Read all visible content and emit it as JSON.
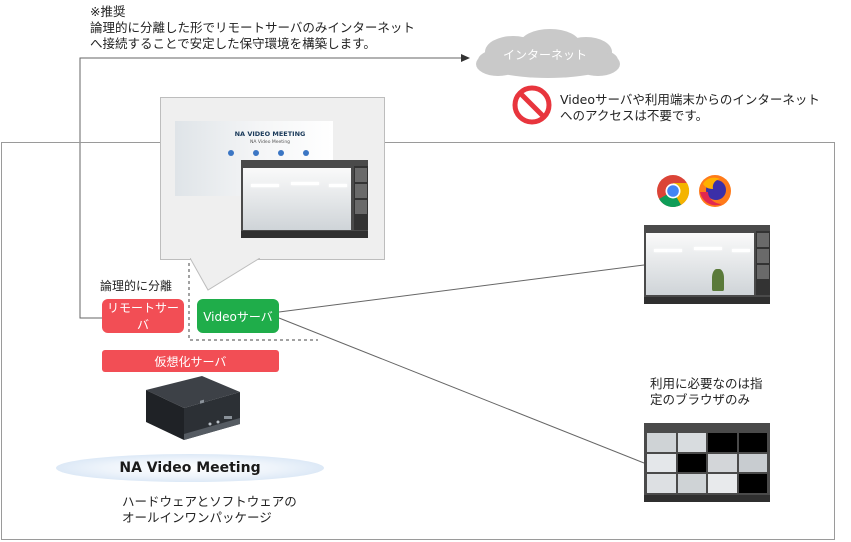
{
  "note": {
    "line1": "※推奨",
    "line2": "論理的に分離した形でリモートサーバのみインターネット",
    "line3": "へ接続することで安定した保守環境を構築します。"
  },
  "cloud": {
    "label": "インターネット",
    "color": "#c9c9c9"
  },
  "no_access": {
    "line1": "Videoサーバや利用端末からのインターネット",
    "line2": "へのアクセスは不要です。",
    "icon": "prohibited-icon",
    "color": "#e8353d"
  },
  "callout": {
    "title": "NA VIDEO MEETING",
    "subtitle": "NA Video Meeting"
  },
  "separation_label": "論理的に分離",
  "remote_server": {
    "label": "リモートサーバ",
    "color": "#f24e55"
  },
  "video_server": {
    "label": "Videoサーバ",
    "color": "#1fad4a"
  },
  "virtualized_server": {
    "label": "仮想化サーバ",
    "color": "#f24e55"
  },
  "product": {
    "name": "NA Video Meeting",
    "desc_line1": "ハードウェアとソフトウェアの",
    "desc_line2": "オールインワンパッケージ"
  },
  "browsers": {
    "icons": [
      "chrome-icon",
      "firefox-icon"
    ]
  },
  "browser_only": {
    "line1": "利用に必要なのは指",
    "line2": "定のブラウザのみ"
  }
}
